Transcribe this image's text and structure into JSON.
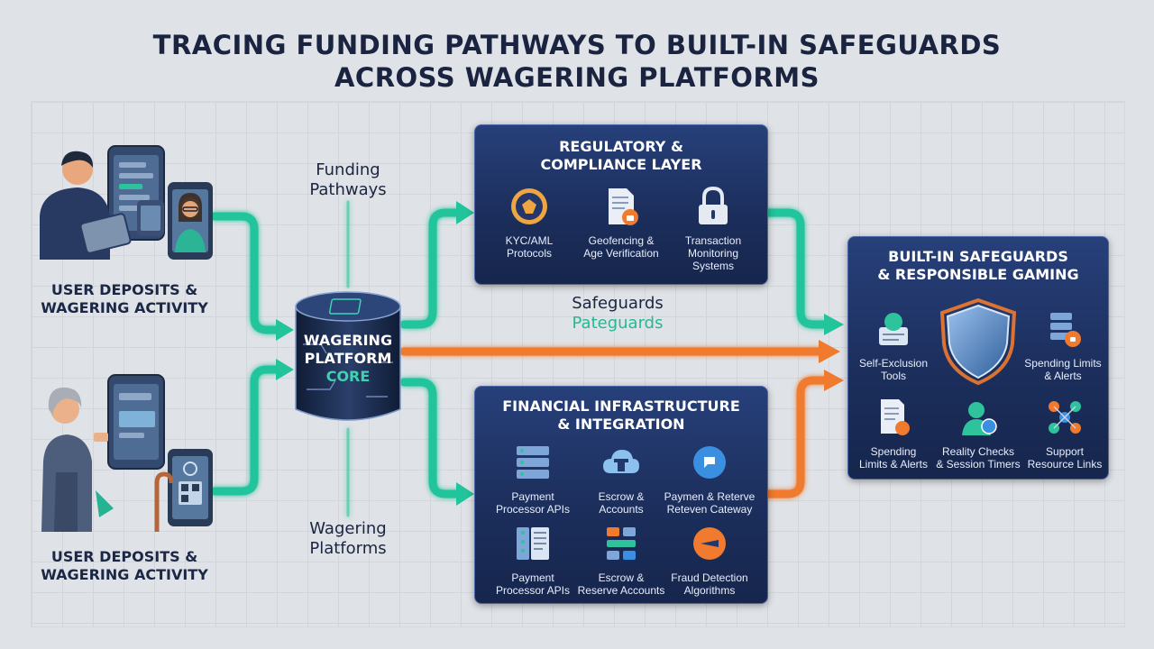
{
  "title": {
    "line1": "TRACING FUNDING PATHWAYS TO BUILT-IN SAFEGUARDS",
    "line2": "ACROSS WAGERING PLATFORMS"
  },
  "users": {
    "top_label": [
      "USER DEPOSITS &",
      "WAGERING ACTIVITY"
    ],
    "bottom_label": [
      "USER DEPOSITS &",
      "WAGERING ACTIVITY"
    ]
  },
  "labels": {
    "funding": [
      "Funding",
      "Pathways"
    ],
    "safeguards": "Safeguards",
    "safeguards_echo": "Pateguards",
    "wagering": [
      "Wagering",
      "Platforms"
    ]
  },
  "core": {
    "line1": "WAGERING",
    "line2": "PLATFORM",
    "line3": "CORE"
  },
  "regulatory": {
    "title": [
      "REGULATORY &",
      "COMPLIANCE LAYER"
    ],
    "items": [
      {
        "icon": "seal-icon",
        "lines": [
          "KYC/AML",
          "Protocols"
        ]
      },
      {
        "icon": "document-lock-icon",
        "lines": [
          "Geofencing &",
          "Age Verification"
        ]
      },
      {
        "icon": "padlock-icon",
        "lines": [
          "Transaction",
          "Monitoring",
          "Systems"
        ]
      }
    ]
  },
  "financial": {
    "title": [
      "FINANCIAL INFRASTRUCTURE",
      "& INTEGRATION"
    ],
    "items": [
      {
        "icon": "server-icon",
        "lines": [
          "Payment",
          "Processor APIs"
        ]
      },
      {
        "icon": "cloud-icon",
        "lines": [
          "Escrow &",
          "Accounts"
        ]
      },
      {
        "icon": "chat-bubble-icon",
        "lines": [
          "Paymen & Reterve",
          "Reteven Cateway"
        ]
      },
      {
        "icon": "server-list-icon",
        "lines": [
          "Payment",
          "Processor APIs"
        ]
      },
      {
        "icon": "blocks-icon",
        "lines": [
          "Escrow &",
          "Reserve Accounts"
        ]
      },
      {
        "icon": "alert-icon",
        "lines": [
          "Fraud Detection",
          "Algorithms"
        ]
      }
    ]
  },
  "safeguards": {
    "title": [
      "BUILT-IN SAFEGUARDS",
      "& RESPONSIBLE GAMING"
    ],
    "items": [
      {
        "icon": "self-exclusion-icon",
        "lines": [
          "Self-Exclusion",
          "Tools"
        ]
      },
      {
        "icon": "spending-limit-icon",
        "lines": [
          "Spending Limits",
          "& Alerts"
        ]
      },
      {
        "icon": "document-alert-icon",
        "lines": [
          "Spending",
          "Limits & Alerts"
        ]
      },
      {
        "icon": "person-timer-icon",
        "lines": [
          "Reality Checks",
          "& Session Timers"
        ]
      },
      {
        "icon": "network-icon",
        "lines": [
          "Support",
          "Resource Links"
        ]
      }
    ]
  },
  "colors": {
    "teal": "#21c49b",
    "orange": "#f07a2e",
    "navy": "#1b2d5a"
  }
}
